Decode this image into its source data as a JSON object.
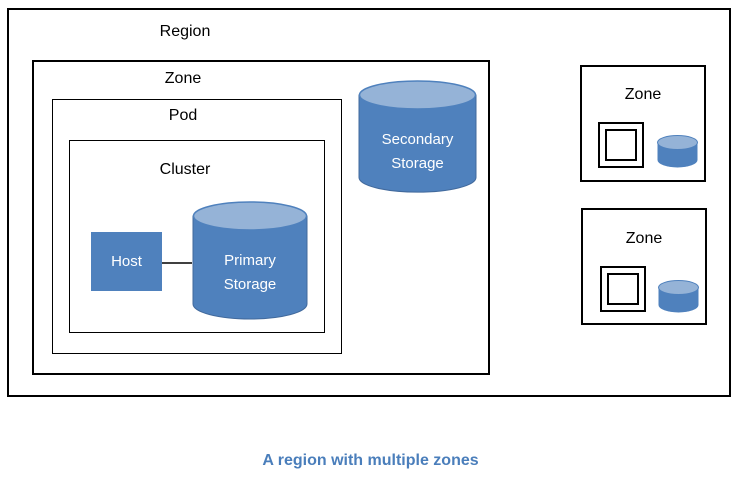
{
  "colors": {
    "background": "#ffffff",
    "box_border": "#000000",
    "label_text": "#000000",
    "shape_fill": "#4f81bd",
    "cylinder_top": "#95b3d7",
    "shape_stroke": "#41699c",
    "shape_text": "#ffffff",
    "connector": "#404040",
    "caption_text": "#4a7ebb"
  },
  "diagram": {
    "region_label": "Region",
    "zone_label": "Zone",
    "pod_label": "Pod",
    "cluster_label": "Cluster",
    "host_label": "Host",
    "primary_storage": {
      "line1": "Primary",
      "line2": "Storage"
    },
    "secondary_storage": {
      "line1": "Secondary",
      "line2": "Storage"
    },
    "zone2_label": "Zone",
    "zone3_label": "Zone"
  },
  "caption": "A region with multiple zones"
}
